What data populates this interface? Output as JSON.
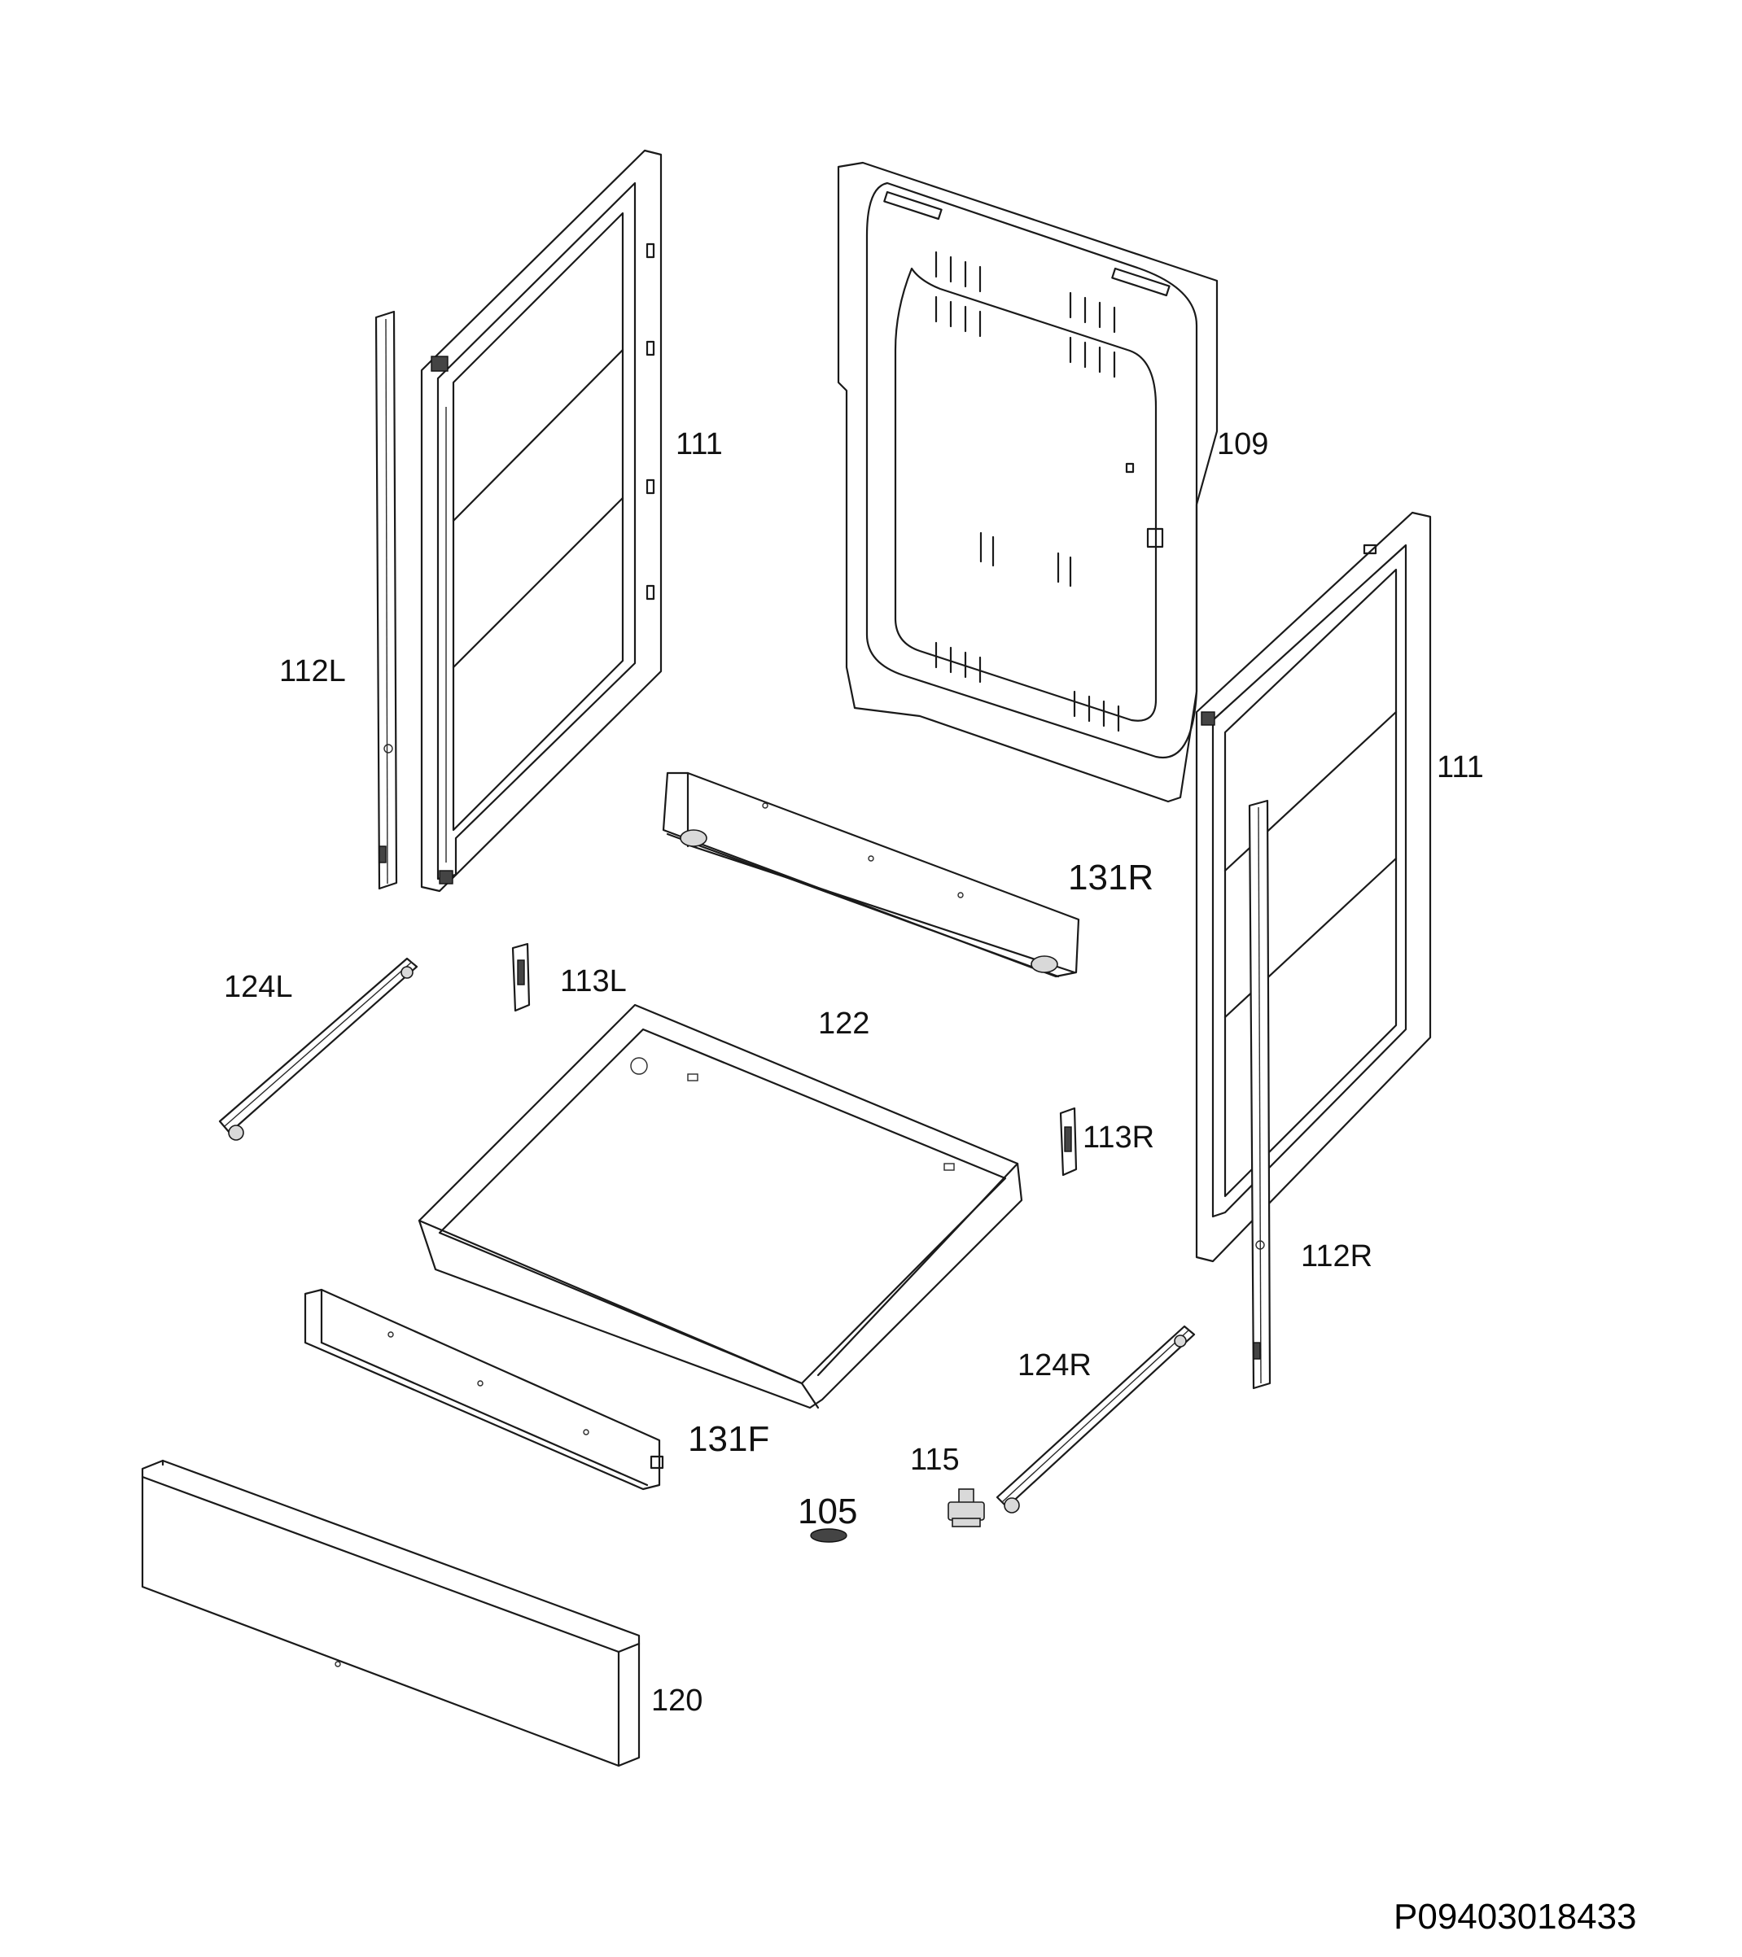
{
  "diagram": {
    "labels": {
      "side_panel_left": "111",
      "side_panel_right": "111",
      "back_panel": "109",
      "trim_left": "112L",
      "trim_right": "112R",
      "rail_rear": "131R",
      "rail_front": "131F",
      "runner_left": "124L",
      "runner_right": "124R",
      "bracket_left": "113L",
      "bracket_right": "113R",
      "drawer": "122",
      "foot": "115",
      "screw": "105",
      "drawer_front": "120"
    },
    "drawing_code": "P09403018433"
  }
}
